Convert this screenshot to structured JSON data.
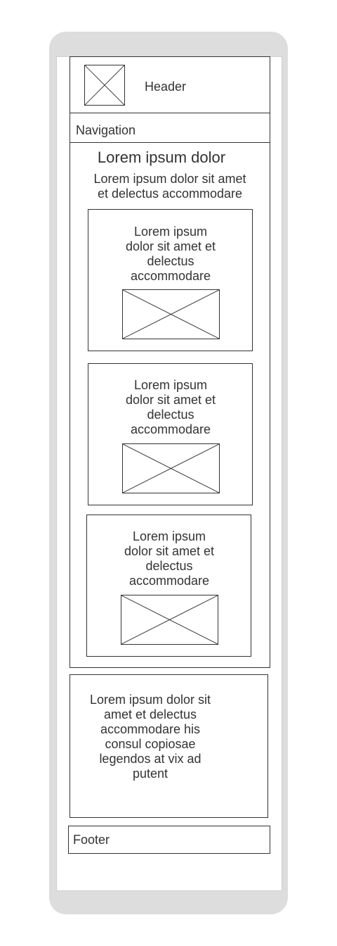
{
  "header": {
    "label": "Header"
  },
  "navigation": {
    "label": "Navigation"
  },
  "main": {
    "heading": "Lorem ipsum dolor",
    "subheading_lines": [
      "Lorem ipsum dolor sit amet",
      "et delectus accommodare"
    ],
    "cards": [
      {
        "lines": [
          "Lorem ipsum",
          "dolor sit amet et",
          "delectus",
          "accommodare"
        ]
      },
      {
        "lines": [
          "Lorem ipsum",
          "dolor sit amet et",
          "delectus",
          "accommodare"
        ]
      },
      {
        "lines": [
          "Lorem ipsum",
          "dolor sit amet et",
          "delectus",
          "accommodare"
        ]
      }
    ]
  },
  "aside": {
    "lines": [
      "Lorem ipsum dolor sit",
      "amet et delectus",
      "accommodare his",
      "consul copiosae",
      "legendos at vix ad",
      "putent"
    ]
  },
  "footer": {
    "label": "Footer"
  }
}
